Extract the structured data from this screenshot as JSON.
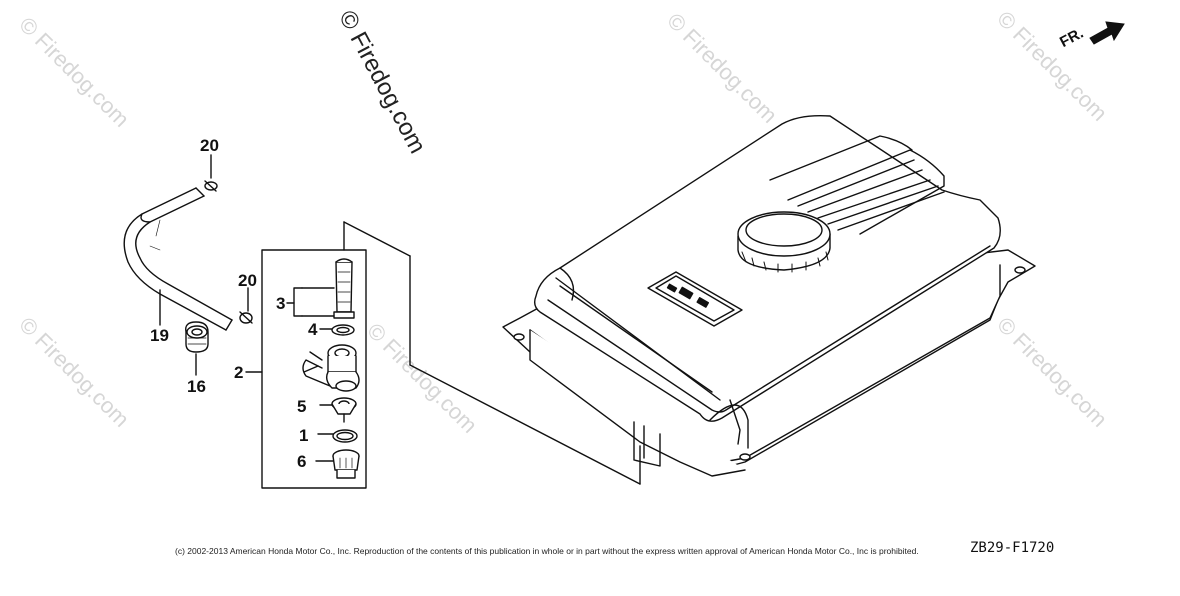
{
  "watermark": {
    "text": "© Firedog.com",
    "prominent_text": "© Firedog.com"
  },
  "callouts": {
    "c20_top": "20",
    "c20_mid": "20",
    "c19": "19",
    "c16": "16",
    "c3": "3",
    "c4": "4",
    "c2": "2",
    "c5": "5",
    "c1": "1",
    "c6": "6"
  },
  "direction": {
    "label": "FR.",
    "icon": "arrow-right-icon"
  },
  "footer": {
    "copyright": "(c) 2002-2013 American Honda Motor Co., Inc. Reproduction of the contents of this publication in whole or in part without the express written approval of American Honda Motor Co., Inc is prohibited.",
    "diagram_code": "ZB29-F1720"
  }
}
